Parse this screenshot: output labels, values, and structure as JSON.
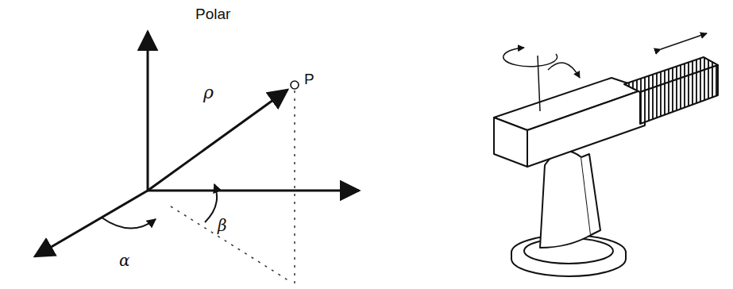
{
  "diagram": {
    "labels": [
      "Polar",
      "ρ",
      "P",
      "α",
      "β"
    ]
  }
}
